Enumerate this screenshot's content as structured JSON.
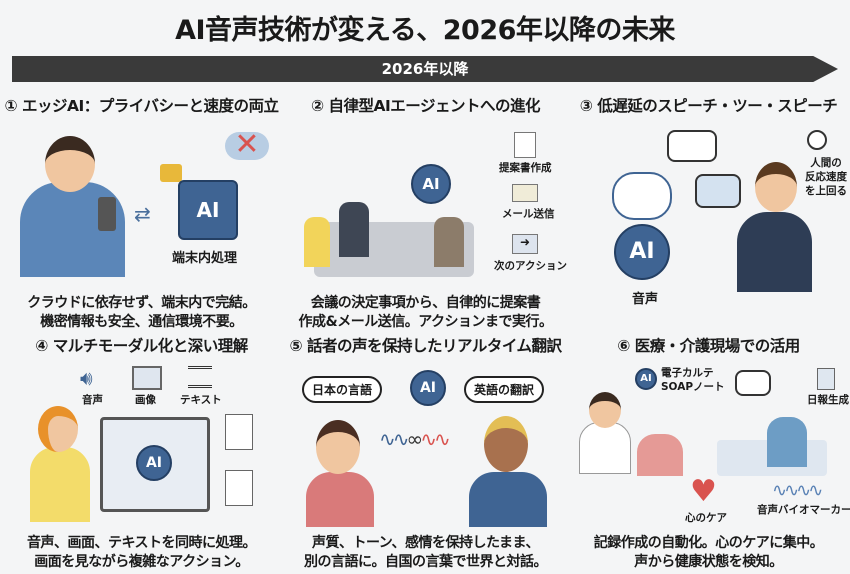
{
  "title": "AI音声技術が変える、2026年以降の未来",
  "banner": "2026年以降",
  "panels": [
    {
      "heading": "① エッジAI：プライバシーと速度の両立",
      "caption": [
        "クラウドに依存せず、端末内で完結。",
        "機密情報も安全、通信環境不要。"
      ],
      "labels": {
        "chip": "AI",
        "device": "端末内処理"
      }
    },
    {
      "heading": "② 自律型AIエージェントへの進化",
      "caption": [
        "会議の決定事項から、自律的に提案書",
        "作成&メール送信。アクションまで実行。"
      ],
      "labels": {
        "ai": "AI",
        "a1": "提案書作成",
        "a2": "メール送信",
        "a3": "次のアクション"
      }
    },
    {
      "heading": "③ 低遅延のスピーチ・ツー・スピーチ",
      "caption": [],
      "labels": {
        "ai": "AI",
        "voice": "音声",
        "speed": [
          "人間の",
          "反応速度",
          "を上回る"
        ]
      }
    },
    {
      "heading": "④ マルチモーダル化と深い理解",
      "caption": [
        "音声、画面、テキストを同時に処理。",
        "画面を見ながら複雑なアクション。"
      ],
      "labels": {
        "ai": "AI",
        "audio": "音声",
        "image": "画像",
        "text": "テキスト"
      }
    },
    {
      "heading": "⑤ 話者の声を保持したリアルタイム翻訳",
      "caption": [
        "声質、トーン、感情を保持したまま、",
        "別の言語に。自国の言葉で世界と対話。"
      ],
      "labels": {
        "ai": "AI",
        "src": "日本の言語",
        "dst": "英語の翻訳"
      }
    },
    {
      "heading": "⑥ 医療・介護現場での活用",
      "caption": [
        "記録作成の自動化。心のケアに集中。",
        "声から健康状態を検知。"
      ],
      "labels": {
        "ai": "AI",
        "ehr": [
          "電子カルテ",
          "SOAPノート"
        ],
        "report": "日報生成",
        "care": "心のケア",
        "bio": "音声バイオマーカー"
      }
    }
  ],
  "colors": {
    "ai_blue": "#3f6493",
    "banner": "#3a3a3a",
    "heart": "#d9534f"
  }
}
